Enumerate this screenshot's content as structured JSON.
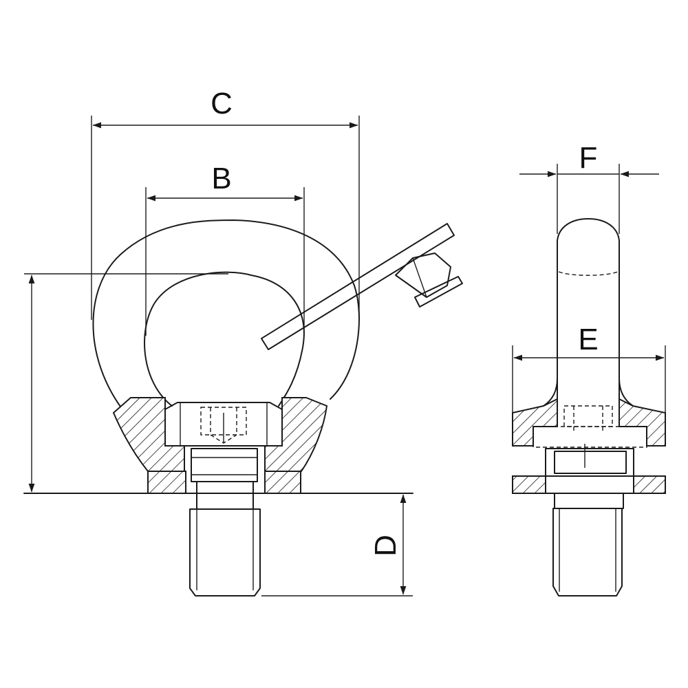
{
  "labels": {
    "c": "C",
    "b": "B",
    "f": "F",
    "e": "E",
    "d": "D"
  },
  "colors": {
    "line": "#1a1a1a",
    "background": "#ffffff"
  }
}
